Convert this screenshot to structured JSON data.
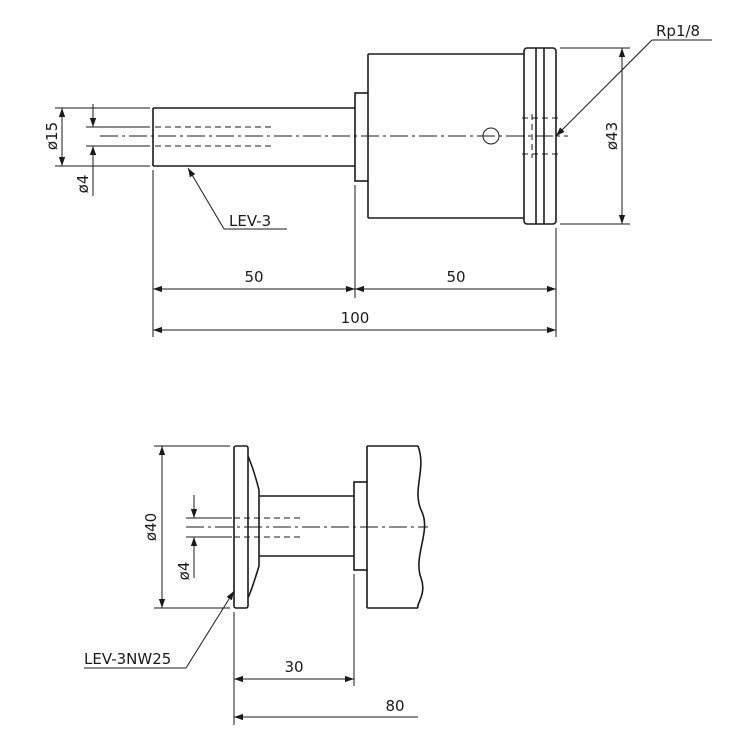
{
  "top_view": {
    "dim_dia15": "ø15",
    "dim_dia4": "ø4",
    "dim_dia43": "ø43",
    "leader_lev3": "LEV-3",
    "leader_rp": "Rp1/8",
    "dim_50_left": "50",
    "dim_50_right": "50",
    "dim_100": "100"
  },
  "bottom_view": {
    "dim_dia40": "ø40",
    "dim_dia4": "ø4",
    "leader_lev3nw25": "LEV-3NW25",
    "dim_30": "30",
    "dim_80": "80"
  },
  "colors": {
    "line": "#1a1a1a",
    "background": "#ffffff"
  }
}
